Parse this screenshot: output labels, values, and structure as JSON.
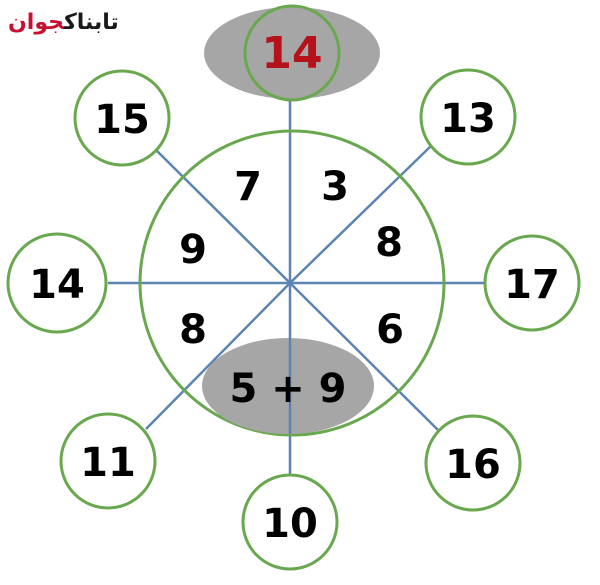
{
  "logo": {
    "text_dark": "تابناک",
    "text_red": "جوان"
  },
  "puzzle": {
    "top": "14",
    "outer": {
      "nw": "15",
      "ne": "13",
      "w": "14",
      "e": "17",
      "sw": "11",
      "se": "16",
      "s": "10"
    },
    "inner": {
      "upper_left": "7",
      "upper_right": "3",
      "left_upper": "9",
      "right_upper": "8",
      "left_lower": "8",
      "right_lower": "6",
      "bottom": "5 + 9"
    }
  },
  "colors": {
    "circle_stroke": "#6aa84f",
    "spoke": "#5b84b1",
    "highlight": "#a6a6a6",
    "accent_red": "#b5121b"
  }
}
